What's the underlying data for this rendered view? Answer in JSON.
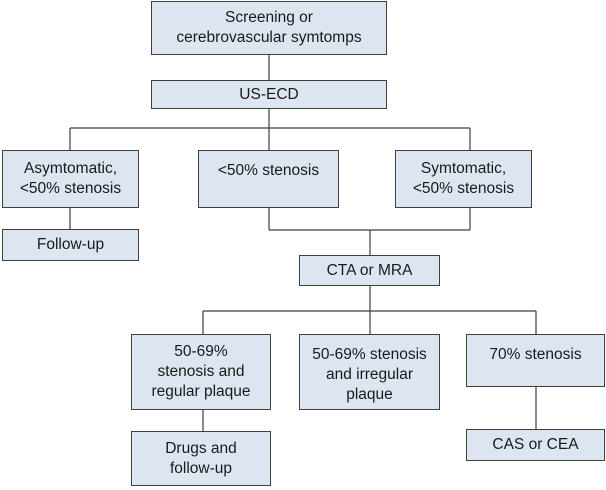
{
  "nodes": {
    "screening": {
      "lines": [
        "Screening or",
        "cerebrovascular symtomps"
      ]
    },
    "us_ecd": {
      "lines": [
        "US-ECD"
      ]
    },
    "asymptomatic": {
      "lines": [
        "Asymtomatic,",
        "<50% stenosis"
      ]
    },
    "lt50": {
      "lines": [
        "<50% stenosis"
      ]
    },
    "symptomatic": {
      "lines": [
        "Symtomatic,",
        "<50% stenosis"
      ]
    },
    "follow_up": {
      "lines": [
        "Follow-up"
      ]
    },
    "cta_mra": {
      "lines": [
        "CTA or MRA"
      ]
    },
    "regular": {
      "lines": [
        "50-69%",
        "stenosis and",
        "regular plaque"
      ]
    },
    "irregular": {
      "lines": [
        "50-69% stenosis",
        "and irregular",
        "plaque"
      ]
    },
    "seventy": {
      "lines": [
        "70% stenosis"
      ]
    },
    "drugs": {
      "lines": [
        "Drugs and",
        "follow-up"
      ]
    },
    "cas_cea": {
      "lines": [
        "CAS or CEA"
      ]
    }
  },
  "colors": {
    "box_fill": "#dde5f1",
    "box_border": "#3f3f3f",
    "line": "#3f3f3f",
    "text": "#1a1a1a"
  }
}
